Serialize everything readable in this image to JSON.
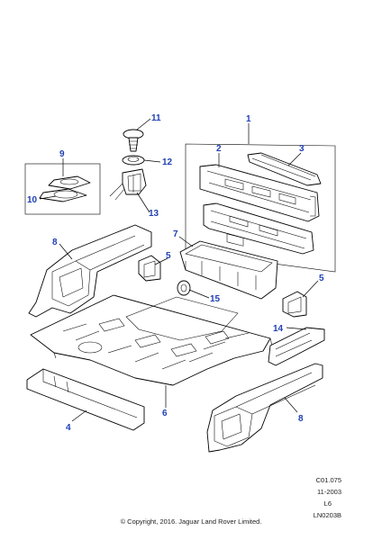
{
  "callouts": {
    "c1": "1",
    "c2": "2",
    "c3": "3",
    "c4": "4",
    "c5a": "5",
    "c5b": "5",
    "c6": "6",
    "c7": "7",
    "c8a": "8",
    "c8b": "8",
    "c9": "9",
    "c10": "10",
    "c11": "11",
    "c12": "12",
    "c13": "13",
    "c14": "14",
    "c15": "15"
  },
  "reference": {
    "code": "C01.075",
    "date": "11-2003",
    "engine": "L6",
    "drawing_number": "LN0203B"
  },
  "copyright": "© Copyright, 2016. Jaguar Land Rover Limited.",
  "colors": {
    "callout": "#1f3fb5",
    "line": "#000000",
    "background": "#ffffff"
  }
}
